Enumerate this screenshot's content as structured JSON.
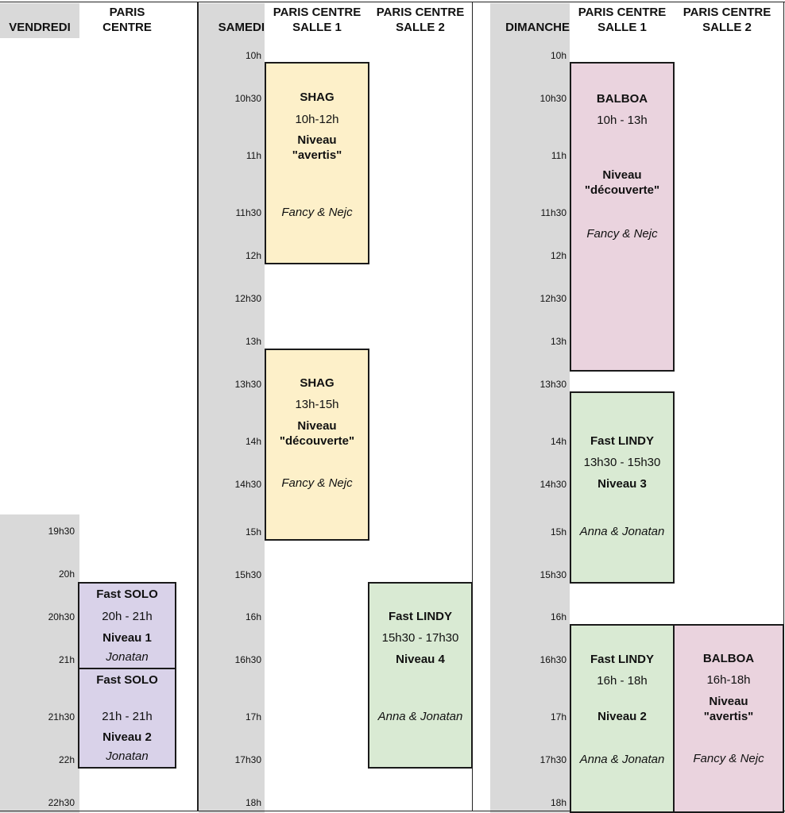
{
  "colors": {
    "time_column": "#d9d9d9",
    "shag": "#fdf0c9",
    "balboa": "#ead3de",
    "lindy": "#d9ead3",
    "solo": "#d9d2e9"
  },
  "friday": {
    "day": "VENDREDI",
    "room": "PARIS\nCENTRE",
    "times": [
      "19h30",
      "20h",
      "20h30",
      "21h",
      "21h30",
      "22h",
      "22h30"
    ],
    "events": [
      {
        "title": "Fast SOLO",
        "hours": "20h - 21h",
        "level": "Niveau 1",
        "teachers": "Jonatan"
      },
      {
        "title": "Fast SOLO",
        "hours": "21h - 21h",
        "level": "Niveau 2",
        "teachers": "Jonatan"
      }
    ]
  },
  "saturday": {
    "day": "SAMEDI",
    "room1": "PARIS CENTRE\nSALLE 1",
    "room2": "PARIS CENTRE\nSALLE 2",
    "times": [
      "10h",
      "10h30",
      "11h",
      "11h30",
      "12h",
      "12h30",
      "13h",
      "13h30",
      "14h",
      "14h30",
      "15h",
      "15h30",
      "16h",
      "16h30",
      "17h",
      "17h30",
      "18h"
    ],
    "events": [
      {
        "title": "SHAG",
        "hours": "10h-12h",
        "level": "Niveau\n\"avertis\"",
        "teachers": "Fancy & Nejc"
      },
      {
        "title": "SHAG",
        "hours": "13h-15h",
        "level": "Niveau\n\"découverte\"",
        "teachers": "Fancy & Nejc"
      },
      {
        "title": "Fast LINDY",
        "hours": "15h30 - 17h30",
        "level": "Niveau 4",
        "teachers": "Anna & Jonatan"
      }
    ]
  },
  "sunday": {
    "day": "DIMANCHE",
    "room1": "PARIS CENTRE\nSALLE 1",
    "room2": "PARIS CENTRE\nSALLE 2",
    "times": [
      "10h",
      "10h30",
      "11h",
      "11h30",
      "12h",
      "12h30",
      "13h",
      "13h30",
      "14h",
      "14h30",
      "15h",
      "15h30",
      "16h",
      "16h30",
      "17h",
      "17h30",
      "18h"
    ],
    "events": [
      {
        "title": "BALBOA",
        "hours": "10h - 13h",
        "level": "Niveau\n\"découverte\"",
        "teachers": "Fancy & Nejc"
      },
      {
        "title": "Fast LINDY",
        "hours": "13h30 - 15h30",
        "level": "Niveau 3",
        "teachers": "Anna & Jonatan"
      },
      {
        "title": "Fast LINDY",
        "hours": "16h - 18h",
        "level": "Niveau 2",
        "teachers": "Anna & Jonatan"
      },
      {
        "title": "BALBOA",
        "hours": "16h-18h",
        "level": "Niveau\n\"avertis\"",
        "teachers": "Fancy & Nejc"
      }
    ]
  }
}
